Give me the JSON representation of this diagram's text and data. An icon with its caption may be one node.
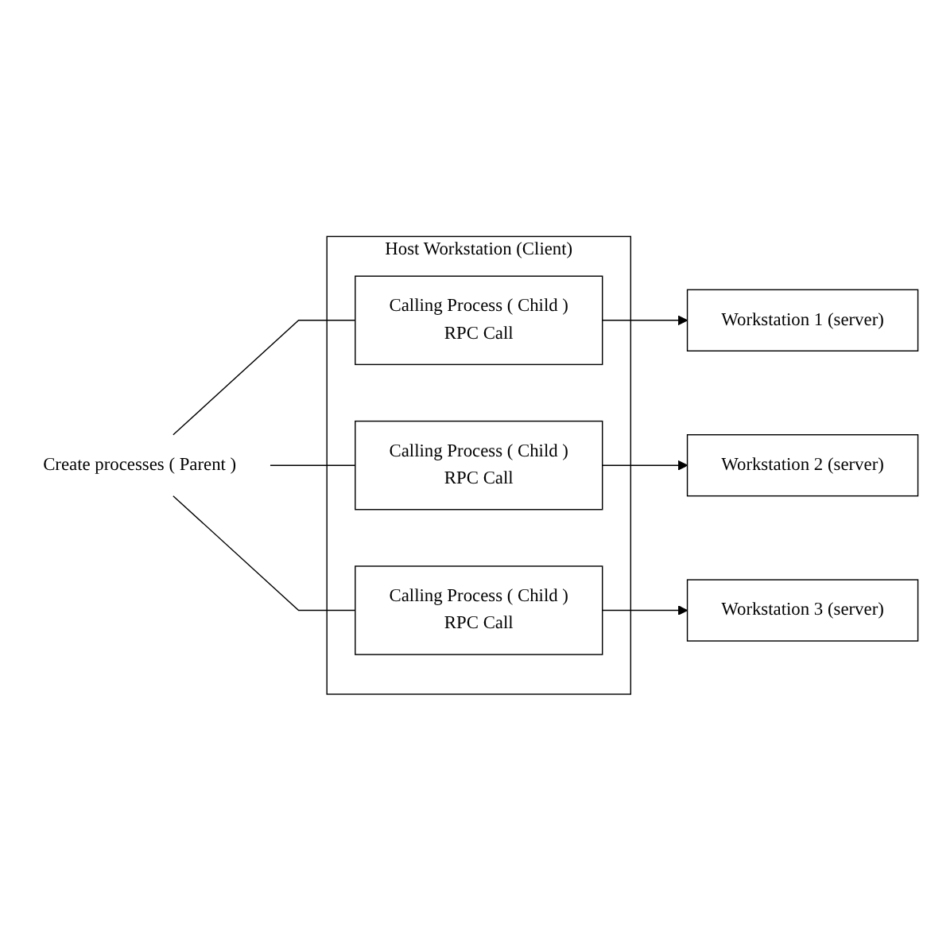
{
  "diagram": {
    "nodes": [
      {
        "text": [
          "Host Workstation (Client)"
        ]
      },
      {
        "text": [
          "Create processes ( Parent )"
        ]
      },
      {
        "text": [
          "Calling Process ( Child )",
          "RPC Call"
        ],
        "in": 0
      },
      {
        "text": [
          "Calling Process ( Child )",
          "RPC Call"
        ],
        "in": 0
      },
      {
        "text": [
          "Calling Process ( Child )",
          "RPC Call"
        ],
        "in": 0
      },
      {
        "text": [
          "Workstation 1 (server)"
        ]
      },
      {
        "text": [
          "Workstation 2 (server)"
        ]
      },
      {
        "text": [
          "Workstation 3 (server)"
        ]
      }
    ],
    "edges": [
      {
        "from": 1,
        "to": 2,
        "arrow": "none"
      },
      {
        "from": 1,
        "to": 3,
        "arrow": "none"
      },
      {
        "from": 1,
        "to": 4,
        "arrow": "none"
      },
      {
        "from": 2,
        "to": 5,
        "arrow": "to"
      },
      {
        "from": 3,
        "to": 6,
        "arrow": "to"
      },
      {
        "from": 4,
        "to": 7,
        "arrow": "to"
      }
    ]
  }
}
